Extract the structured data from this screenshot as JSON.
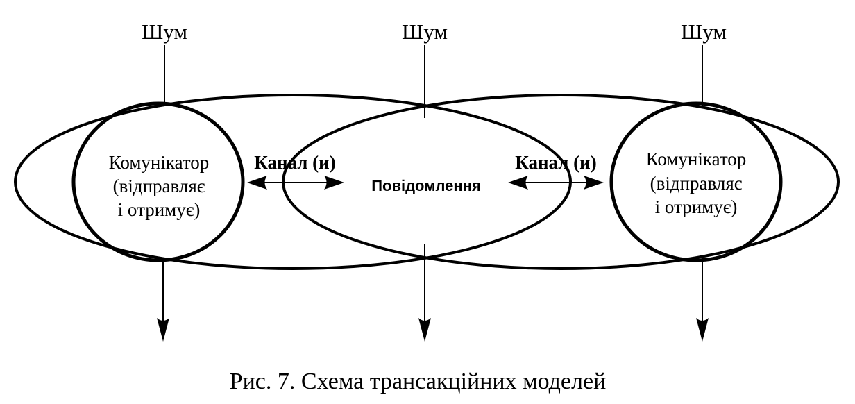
{
  "noise_labels": [
    "Шум",
    "Шум",
    "Шум"
  ],
  "left_communicator": {
    "line1": "Комунікатор",
    "line2": "(відправляє",
    "line3": "і отримує)"
  },
  "right_communicator": {
    "line1": "Комунікатор",
    "line2": "(відправляє",
    "line3": "і отримує)"
  },
  "message": "Повідомлення",
  "channel_left": "Канал (и)",
  "channel_right": "Канал (и)",
  "caption": "Рис. 7. Схема трансакційних моделей",
  "colors": {
    "ink": "#000000",
    "paper": "#ffffff"
  }
}
